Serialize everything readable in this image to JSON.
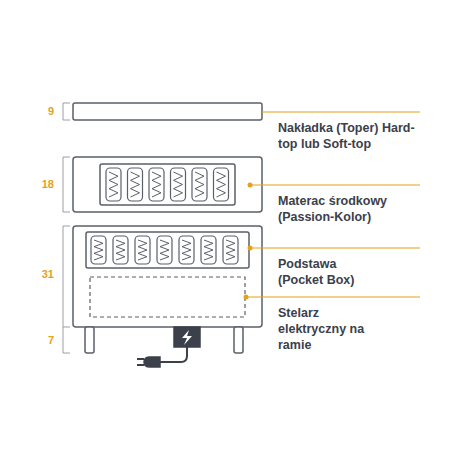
{
  "diagram": {
    "labels": [
      "9",
      "18",
      "31",
      "7",
      "Nakładka (Toper) Hard-top lub Soft-top",
      "Materac środkowy (Passion-Kolor)",
      "Podstawa (Pocket Box)",
      "Stelarz elektryczny na ramie"
    ]
  }
}
